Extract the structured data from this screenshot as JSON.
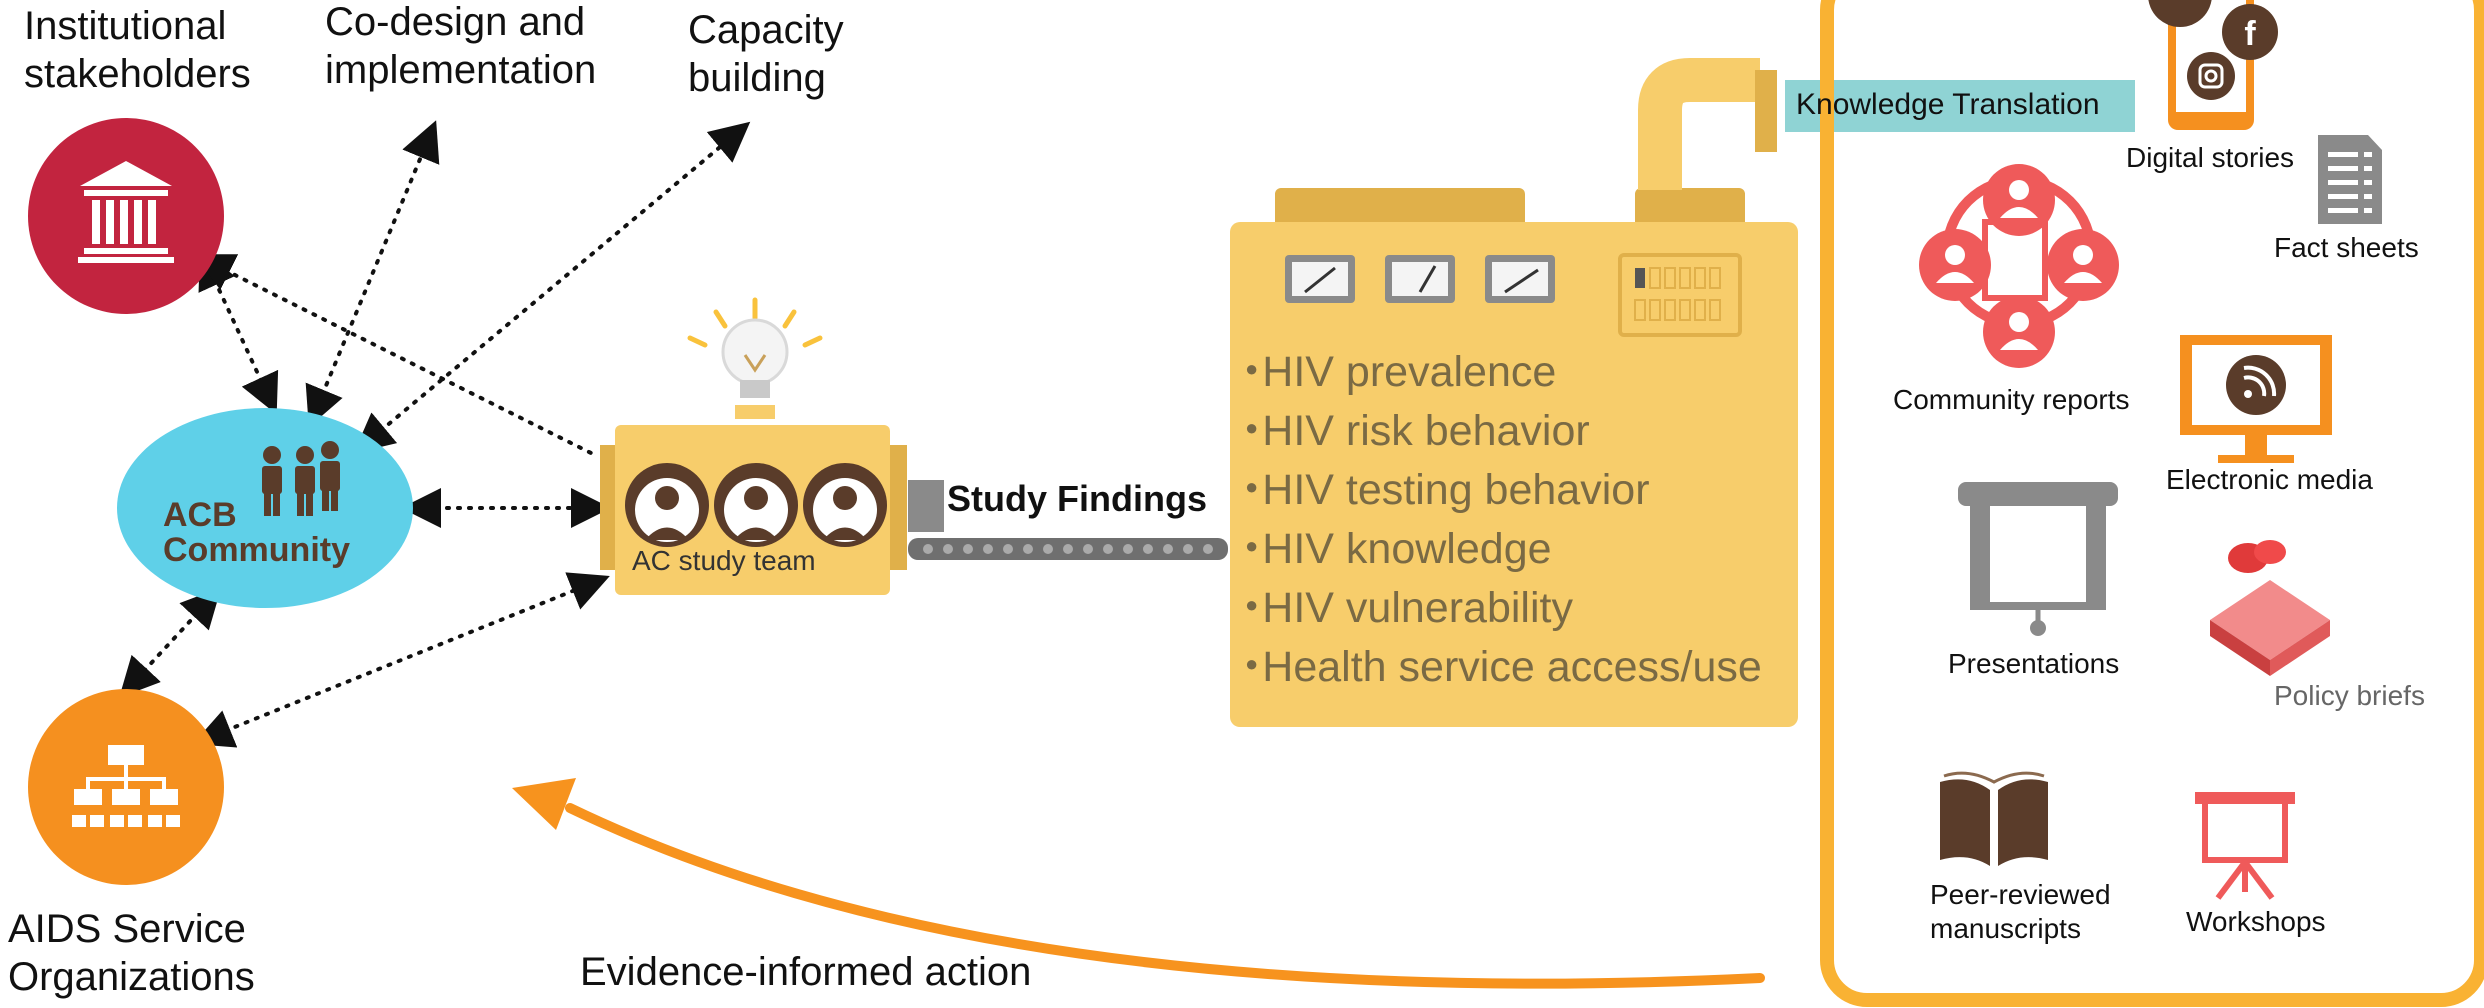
{
  "labels": {
    "institutional": "Institutional\nstakeholders",
    "codesign": "Co-design and\nimplementation",
    "capacity": "Capacity\nbuilding",
    "acb_community": "ACB\nCommunity",
    "aids_service": "AIDS Service\nOrganizations",
    "study_team": "AC study team",
    "study_findings": "Study Findings",
    "knowledge_translation": "Knowledge Translation",
    "evidence_action": "Evidence-informed action"
  },
  "findings": [
    "HIV prevalence",
    "HIV risk behavior",
    "HIV testing behavior",
    "HIV knowledge",
    "HIV vulnerability",
    "Health service access/use"
  ],
  "kt_outputs": {
    "digital_stories": "Digital stories",
    "fact_sheets": "Fact sheets",
    "community_reports": "Community reports",
    "electronic_media": "Electronic media",
    "presentations": "Presentations",
    "policy_briefs": "Policy briefs",
    "manuscripts": "Peer-reviewed\nmanuscripts",
    "workshops": "Workshops"
  },
  "colors": {
    "institutional": "#c2243f",
    "community": "#5fd0e8",
    "aids_service": "#f5901f",
    "machine": "#f7cd6b",
    "frame": "#f9b233",
    "kt_box": "#8fd3d4",
    "arrow": "#f7931e",
    "brown": "#5a3c2a"
  }
}
